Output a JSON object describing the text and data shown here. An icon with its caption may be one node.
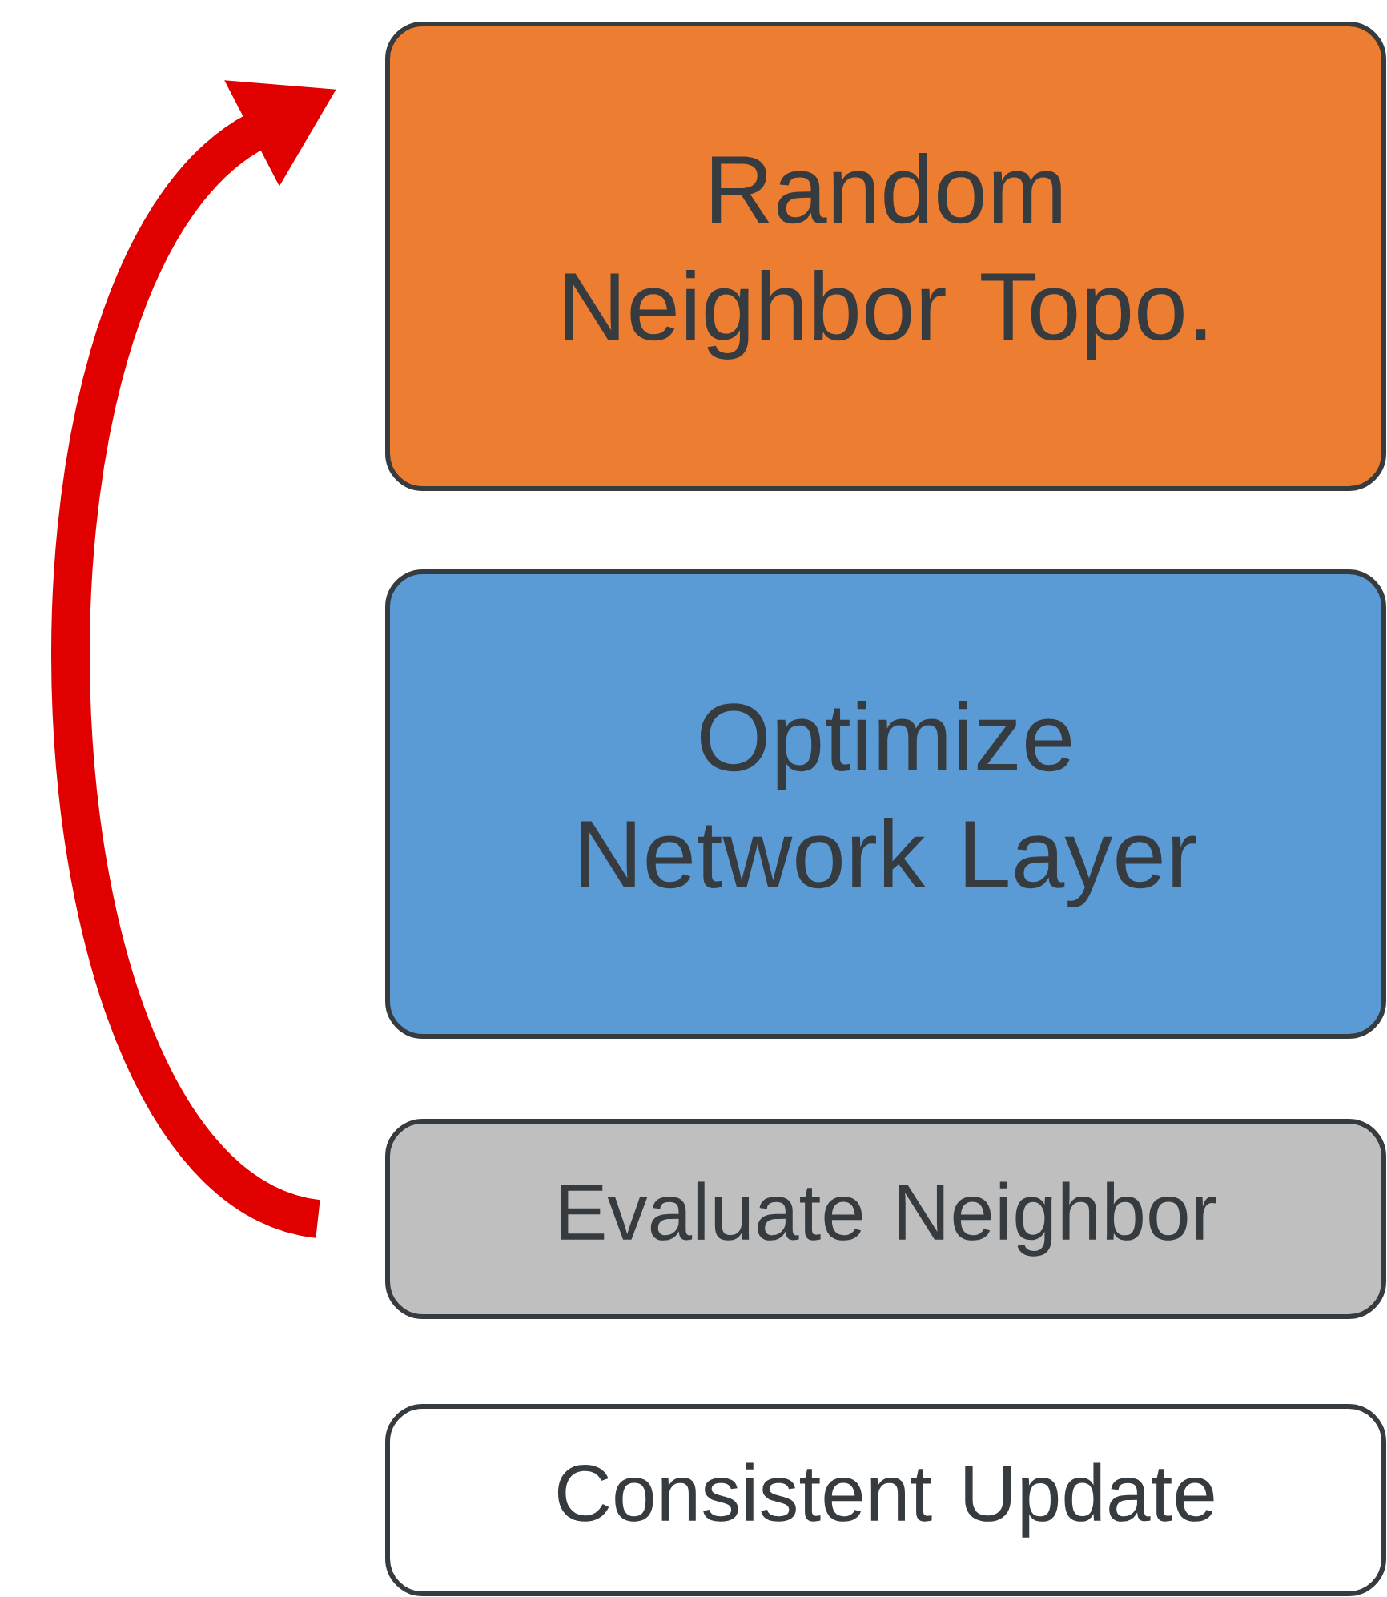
{
  "diagram": {
    "nodes": [
      {
        "text": [
          "Random Neighbor Topo."
        ]
      },
      {
        "text": [
          "Optimize Network Layer"
        ]
      },
      {
        "text": [
          "Evaluate Neighbor"
        ]
      },
      {
        "text": [
          "Consistent Update"
        ]
      }
    ],
    "edges": [
      {
        "from": 2,
        "to": 0,
        "arrow": "to",
        "color": "#e00000"
      }
    ]
  }
}
